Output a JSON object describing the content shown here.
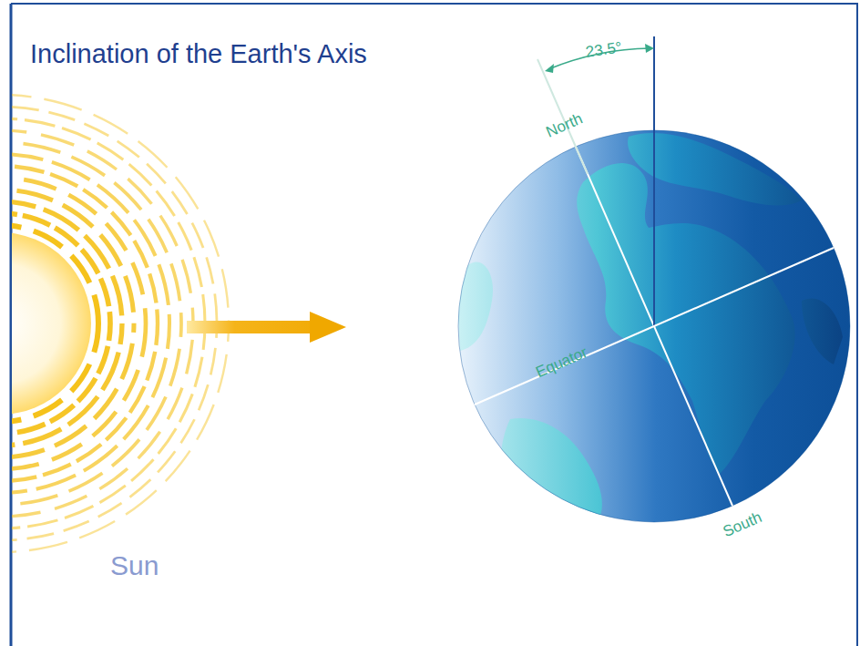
{
  "diagram": {
    "title": "Inclination of the Earth's Axis",
    "labels": [
      "23.5°",
      "North",
      "Equator",
      "South",
      "Sun"
    ]
  }
}
